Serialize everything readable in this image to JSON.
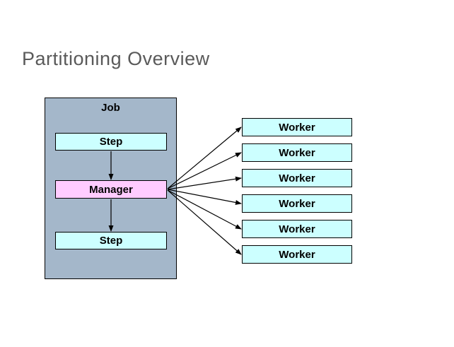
{
  "slide": {
    "title": "Partitioning Overview"
  },
  "diagram": {
    "job": {
      "label": "Job"
    },
    "steps": {
      "top": "Step",
      "bottom": "Step"
    },
    "manager": {
      "label": "Manager"
    },
    "workers": [
      {
        "label": "Worker"
      },
      {
        "label": "Worker"
      },
      {
        "label": "Worker"
      },
      {
        "label": "Worker"
      },
      {
        "label": "Worker"
      },
      {
        "label": "Worker"
      }
    ],
    "colors": {
      "background": "#ffffff",
      "title_text": "#5a5a5a",
      "container": "#a4b7ca",
      "step_fill": "#ccffff",
      "manager_fill": "#ffccff",
      "worker_fill": "#ccffff",
      "border": "#000000",
      "arrow": "#000000"
    }
  }
}
